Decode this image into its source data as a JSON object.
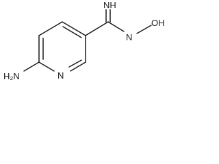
{
  "molecule": {
    "atoms": {
      "imine_nh": "NH",
      "hydroxyl_group": "N–OH",
      "hydroxylamine_n": "N",
      "hydroxyl": "OH",
      "hydroxyl_dash": "–",
      "amino_group": "H₂N",
      "ring_n": "N"
    }
  }
}
